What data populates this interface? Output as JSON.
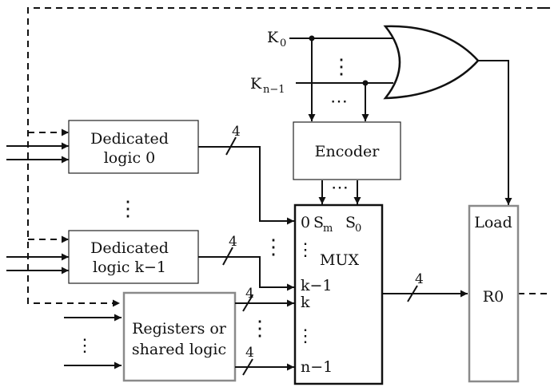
{
  "inputs": {
    "k0": "K",
    "k0_sub": "0",
    "kn1": "K",
    "kn1_sub": "n−1"
  },
  "blocks": {
    "ded0": [
      "Dedicated",
      "logic 0"
    ],
    "dedk1": [
      "Dedicated",
      "logic k−1"
    ],
    "regs": [
      "Registers or",
      "shared logic"
    ],
    "encoder": "Encoder",
    "mux": "MUX",
    "load": "Load",
    "r0": "R0"
  },
  "mux_ports": {
    "i0": "0",
    "sm": "S",
    "sm_sub": "m",
    "s0": "S",
    "s0_sub": "0",
    "ik1": "k−1",
    "ik": "k",
    "in1": "n−1"
  },
  "bus_widths": {
    "ded0": "4",
    "dedk1": "4",
    "regs_a": "4",
    "regs_b": "4",
    "out": "4"
  },
  "ellipsis": "⋮",
  "ellipsis_h": "⋯"
}
